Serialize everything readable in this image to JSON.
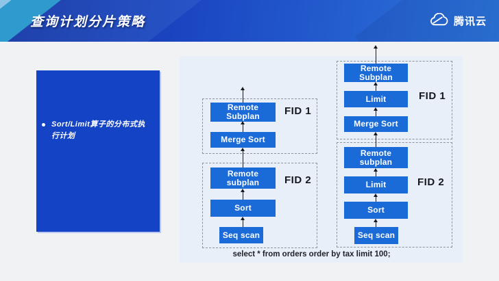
{
  "header": {
    "title": "查询计划分片策略",
    "brand": "腾讯云"
  },
  "note": {
    "bullet": "Sort/Limit算子的分布式执行计划"
  },
  "diagram": {
    "caption": "select * from orders order by tax limit 100;",
    "plans": [
      {
        "fragments": [
          {
            "label": "FID 1",
            "nodes": [
              "Remote\nSubplan",
              "Merge Sort"
            ]
          },
          {
            "label": "FID 2",
            "nodes": [
              "Remote\nsubplan",
              "Sort",
              "Seq scan"
            ]
          }
        ]
      },
      {
        "fragments": [
          {
            "label": "FID 1",
            "nodes": [
              "Remote\nSubplan",
              "Limit",
              "Merge Sort"
            ]
          },
          {
            "label": "FID 2",
            "nodes": [
              "Remote\nsubplan",
              "Limit",
              "Sort",
              "Seq scan"
            ]
          }
        ]
      }
    ]
  },
  "colors": {
    "header_gradient_from": "#12309F",
    "header_gradient_to": "#2D76DC",
    "header_stripe_teal": "#2E9ACD",
    "header_stripe_pale": "#8FC6E8",
    "note_card_blue": "#1443C5",
    "node_blue": "#1A6BD8",
    "panel_background": "#E8EFF8",
    "page_background": "#F1F2F4"
  },
  "icons": {
    "brand_logo": "tencent-cloud-logo-icon",
    "bullet": "bullet-dot-icon",
    "arrows": "arrow-up-icon"
  }
}
